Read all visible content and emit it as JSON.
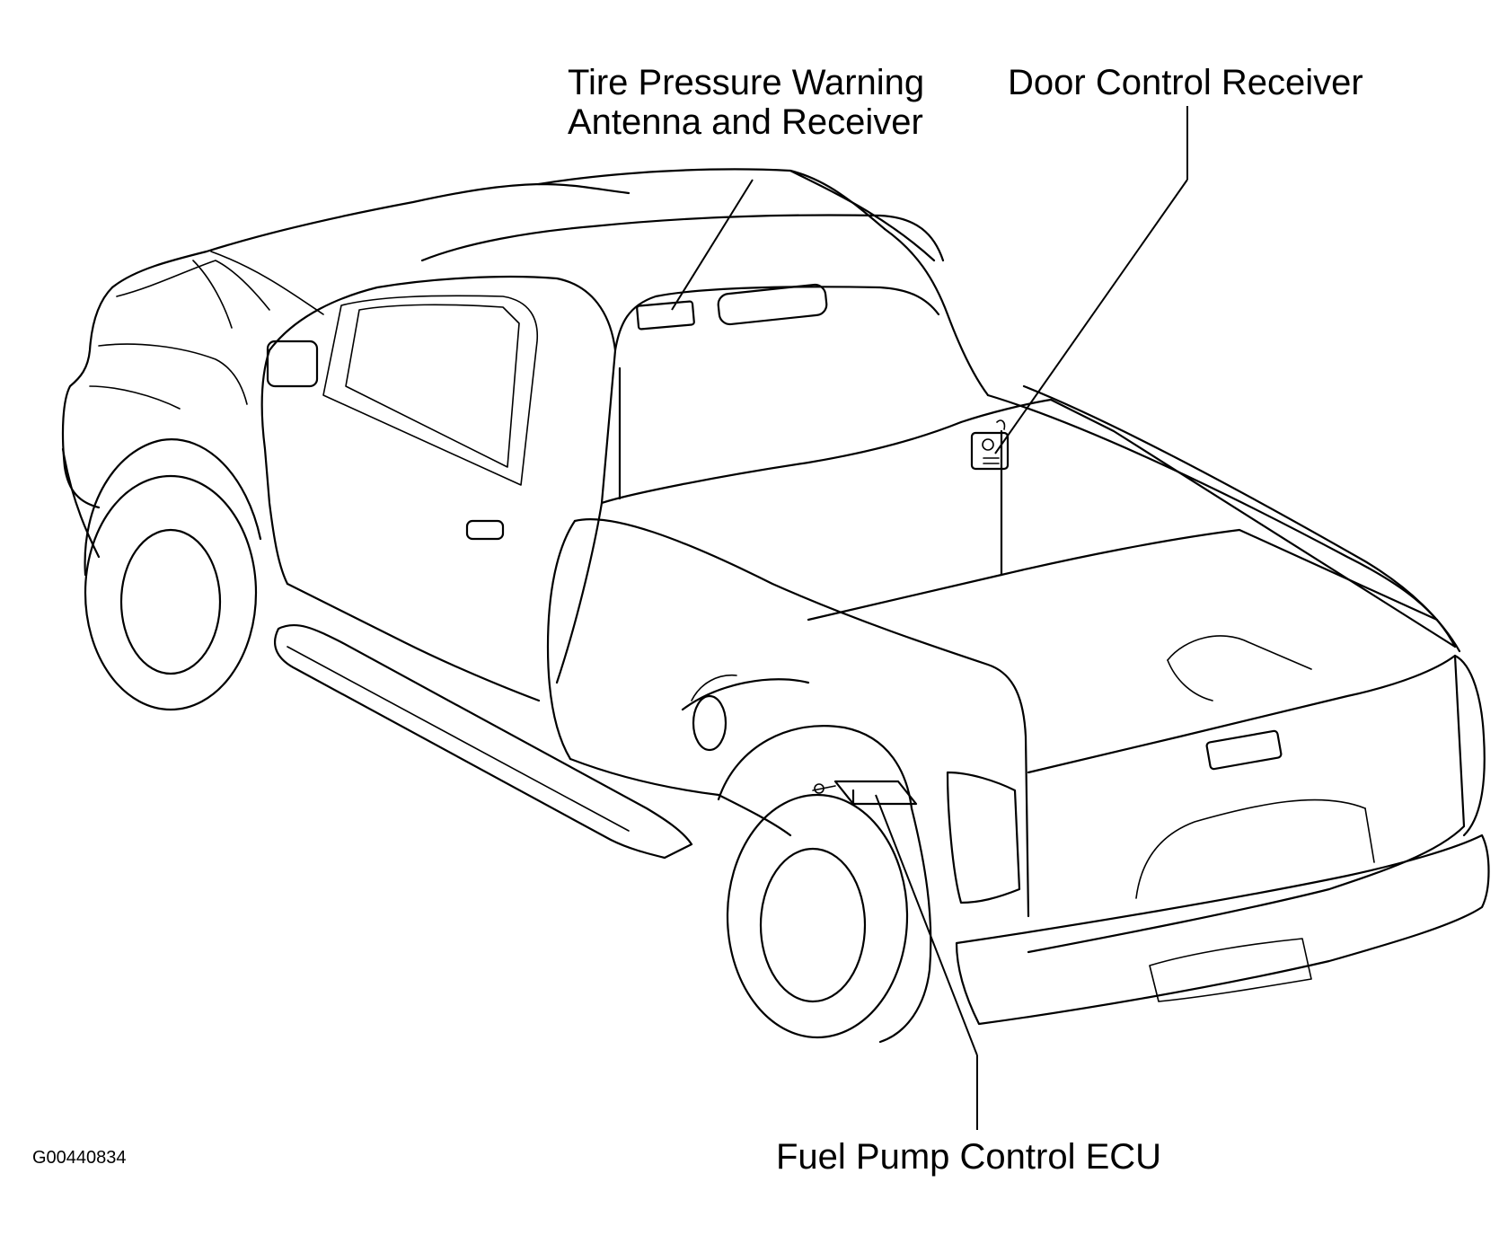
{
  "labels": {
    "tire_pressure": [
      "Tire Pressure Warning",
      "Antenna and Receiver"
    ],
    "door_control": "Door Control Receiver",
    "fuel_pump": "Fuel Pump Control ECU"
  },
  "diagram_code": "G00440834"
}
